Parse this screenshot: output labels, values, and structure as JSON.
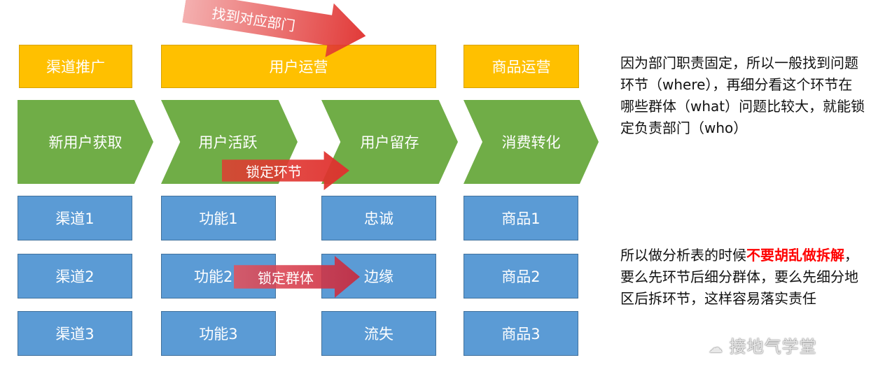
{
  "top_arrow": {
    "label": "找到对应部门"
  },
  "departments": {
    "channel": "渠道推广",
    "user_ops": "用户运营",
    "product_ops": "商品运营"
  },
  "stages": [
    "新用户获取",
    "用户活跃",
    "用户留存",
    "消费转化"
  ],
  "columns": {
    "channel": [
      "渠道1",
      "渠道2",
      "渠道3"
    ],
    "function": [
      "功能1",
      "功能2",
      "功能3"
    ],
    "retention": [
      "忠诚",
      "边缘",
      "流失"
    ],
    "product": [
      "商品1",
      "商品2",
      "商品3"
    ]
  },
  "arrows": {
    "lock_stage": "锁定环节",
    "lock_group": "锁定群体"
  },
  "note": {
    "paragraph1": "因为部门职责固定，所以一般找到问题环节（where），再细分看这个环节在哪些群体（what）问题比较大，就能锁定负责部门（who）",
    "paragraph2_pre": "所以做分析表的时候",
    "paragraph2_highlight": "不要胡乱做拆解",
    "paragraph2_post": "，要么先环节后细分群体，要么先细分地区后拆环节，这样容易落实责任"
  },
  "watermark": "接地气学堂",
  "colors": {
    "yellow": "#ffc000",
    "green": "#70ad47",
    "blue": "#5b9bd5",
    "arrow_red": "#e0302e",
    "highlight": "#ff0000"
  }
}
